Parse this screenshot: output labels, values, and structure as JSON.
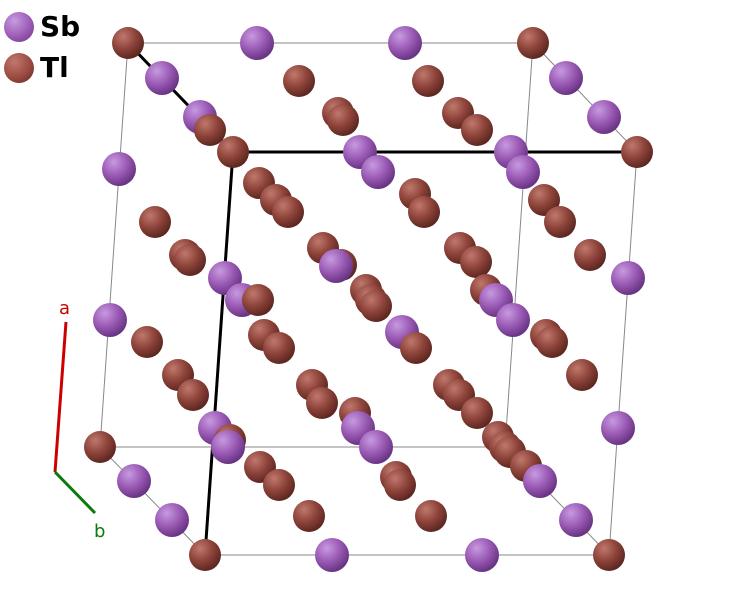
{
  "legend": {
    "items": [
      {
        "label": "Sb",
        "color": "#9b5bb5"
      },
      {
        "label": "Tl",
        "color": "#9b4a40"
      }
    ]
  },
  "axes": {
    "a": {
      "label": "a",
      "color": "#cc0000"
    },
    "b": {
      "label": "b",
      "color": "#0a7a0a"
    }
  },
  "atoms": {
    "sb_color": "#9b5bb5",
    "tl_color": "#9b4a40"
  },
  "cell_line_color": "#000000",
  "box_line_color": "#888888"
}
